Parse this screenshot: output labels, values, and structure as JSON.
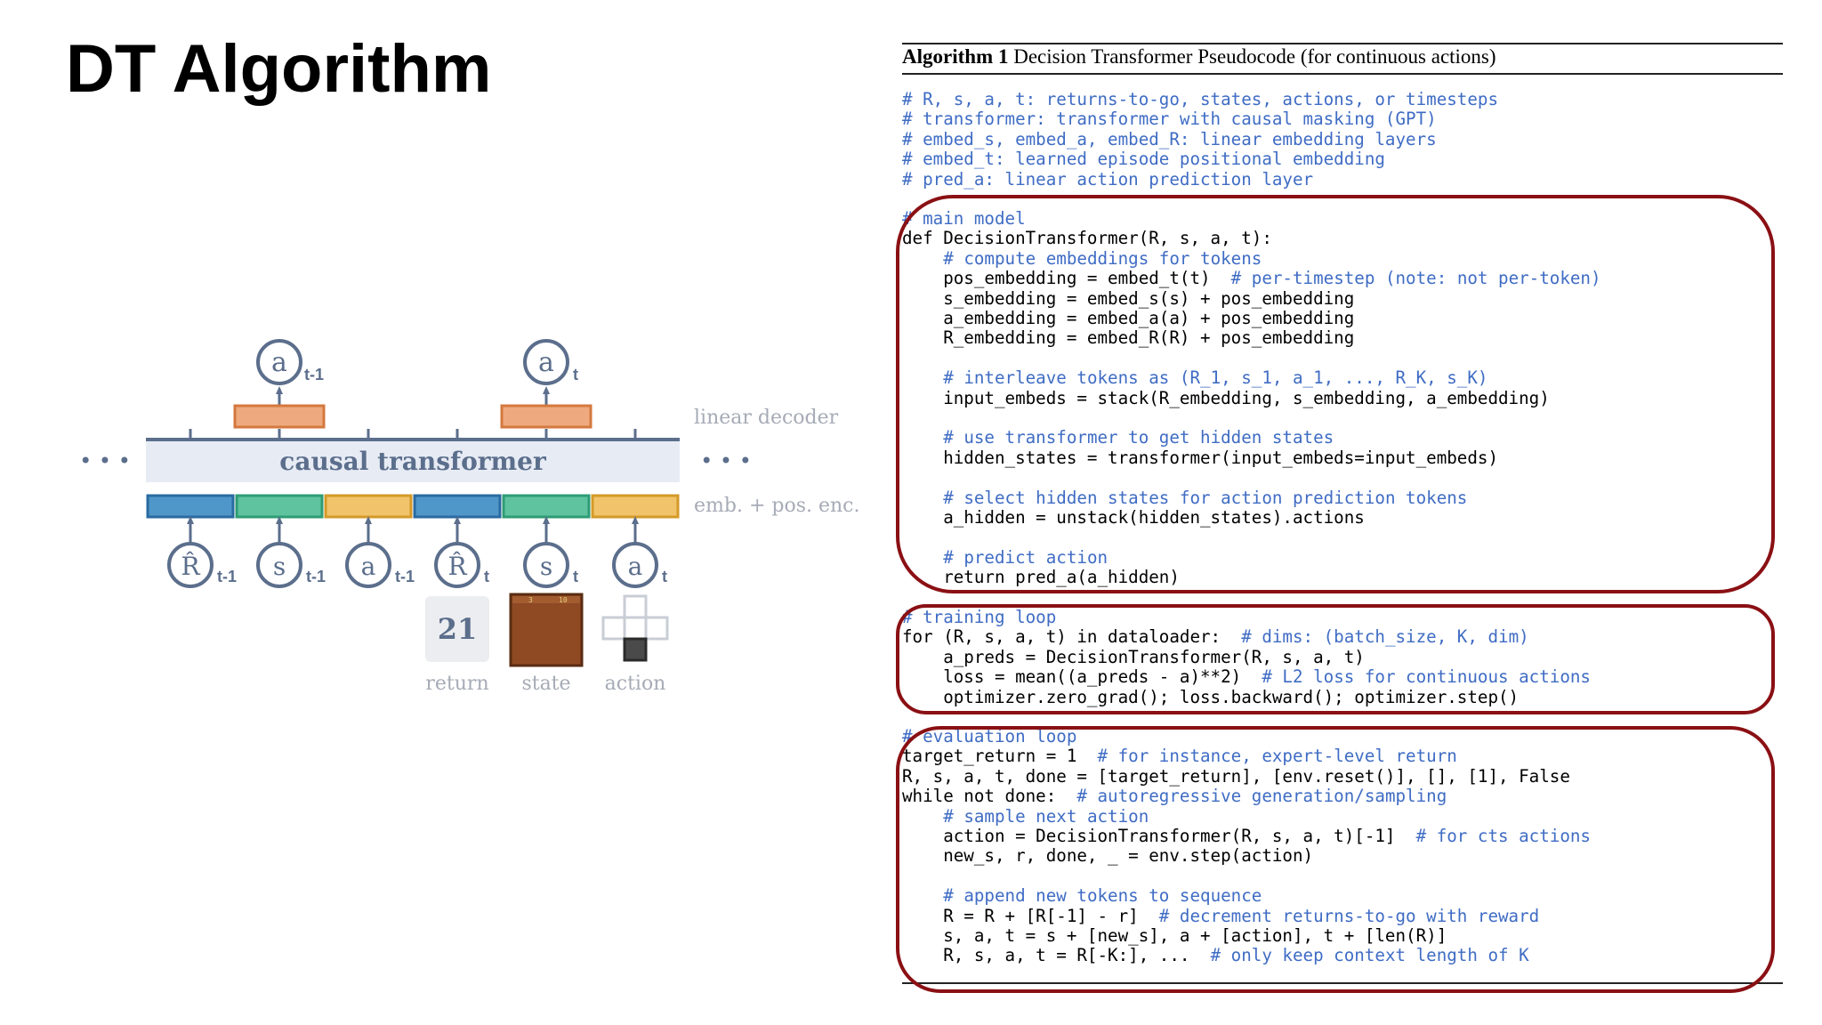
{
  "slide": {
    "title": "DT Algorithm"
  },
  "diagram": {
    "top_outputs": [
      {
        "symbol": "a",
        "sub": "t-1"
      },
      {
        "symbol": "a",
        "sub": "t"
      }
    ],
    "linear_decoder_label": "linear decoder",
    "transformer_label": "causal transformer",
    "ellipsis": "• • •",
    "embedding_label": "emb. + pos. enc.",
    "bottom_inputs": [
      {
        "symbol": "R̂",
        "sub": "t-1"
      },
      {
        "symbol": "s",
        "sub": "t-1"
      },
      {
        "symbol": "a",
        "sub": "t-1"
      },
      {
        "symbol": "R̂",
        "sub": "t"
      },
      {
        "symbol": "s",
        "sub": "t"
      },
      {
        "symbol": "a",
        "sub": "t"
      }
    ],
    "return_value": "21",
    "state_score_left": "3",
    "state_score_right": "10",
    "examples": [
      "return",
      "state",
      "action"
    ],
    "colors": {
      "node": "#5b6e8c",
      "return_token": "#4f97c9",
      "state_token": "#5fc3a0",
      "action_token": "#f1c36a",
      "decoder": "#eeaa7e",
      "transformer_bg": "#e7ebf4",
      "label_gray": "#a6abb6",
      "highlight_box": "#8a1014",
      "comment_blue": "#3f6cc4"
    }
  },
  "algorithm": {
    "label": "Algorithm 1",
    "title": "Decision Transformer Pseudocode (for continuous actions)",
    "sections": [
      {
        "lines": [
          {
            "code": "",
            "comment": "# R, s, a, t: returns-to-go, states, actions, or timesteps"
          },
          {
            "code": "",
            "comment": "# transformer: transformer with causal masking (GPT)"
          },
          {
            "code": "",
            "comment": "# embed_s, embed_a, embed_R: linear embedding layers"
          },
          {
            "code": "",
            "comment": "# embed_t: learned episode positional embedding"
          },
          {
            "code": "",
            "comment": "# pred_a: linear action prediction layer"
          }
        ]
      },
      {
        "lines": [
          {
            "code": "",
            "comment": "# main model"
          },
          {
            "code": "def DecisionTransformer(R, s, a, t):",
            "comment": ""
          },
          {
            "code": "    ",
            "comment": "# compute embeddings for tokens"
          },
          {
            "code": "    pos_embedding = embed_t(t)  ",
            "comment": "# per-timestep (note: not per-token)"
          },
          {
            "code": "    s_embedding = embed_s(s) + pos_embedding",
            "comment": ""
          },
          {
            "code": "    a_embedding = embed_a(a) + pos_embedding",
            "comment": ""
          },
          {
            "code": "    R_embedding = embed_R(R) + pos_embedding",
            "comment": ""
          },
          {
            "code": "",
            "comment": ""
          },
          {
            "code": "    ",
            "comment": "# interleave tokens as (R_1, s_1, a_1, ..., R_K, s_K)"
          },
          {
            "code": "    input_embeds = stack(R_embedding, s_embedding, a_embedding)",
            "comment": ""
          },
          {
            "code": "",
            "comment": ""
          },
          {
            "code": "    ",
            "comment": "# use transformer to get hidden states"
          },
          {
            "code": "    hidden_states = transformer(input_embeds=input_embeds)",
            "comment": ""
          },
          {
            "code": "",
            "comment": ""
          },
          {
            "code": "    ",
            "comment": "# select hidden states for action prediction tokens"
          },
          {
            "code": "    a_hidden = unstack(hidden_states).actions",
            "comment": ""
          },
          {
            "code": "",
            "comment": ""
          },
          {
            "code": "    ",
            "comment": "# predict action"
          },
          {
            "code": "    return pred_a(a_hidden)",
            "comment": ""
          }
        ]
      },
      {
        "lines": [
          {
            "code": "",
            "comment": "# training loop"
          },
          {
            "code": "for (R, s, a, t) in dataloader:  ",
            "comment": "# dims: (batch_size, K, dim)"
          },
          {
            "code": "    a_preds = DecisionTransformer(R, s, a, t)",
            "comment": ""
          },
          {
            "code": "    loss = mean((a_preds - a)**2)  ",
            "comment": "# L2 loss for continuous actions"
          },
          {
            "code": "    optimizer.zero_grad(); loss.backward(); optimizer.step()",
            "comment": ""
          }
        ]
      },
      {
        "lines": [
          {
            "code": "",
            "comment": "# evaluation loop"
          },
          {
            "code": "target_return = 1  ",
            "comment": "# for instance, expert-level return"
          },
          {
            "code": "R, s, a, t, done = [target_return], [env.reset()], [], [1], False",
            "comment": ""
          },
          {
            "code": "while not done:  ",
            "comment": "# autoregressive generation/sampling"
          },
          {
            "code": "    ",
            "comment": "# sample next action"
          },
          {
            "code": "    action = DecisionTransformer(R, s, a, t)[-1]  ",
            "comment": "# for cts actions"
          },
          {
            "code": "    new_s, r, done, _ = env.step(action)",
            "comment": ""
          },
          {
            "code": "",
            "comment": ""
          },
          {
            "code": "    ",
            "comment": "# append new tokens to sequence"
          },
          {
            "code": "    R = R + [R[-1] - r]  ",
            "comment": "# decrement returns-to-go with reward"
          },
          {
            "code": "    s, a, t = s + [new_s], a + [action], t + [len(R)]",
            "comment": ""
          },
          {
            "code": "    R, s, a, t = R[-K:], ...  ",
            "comment": "# only keep context length of K"
          }
        ]
      }
    ]
  }
}
